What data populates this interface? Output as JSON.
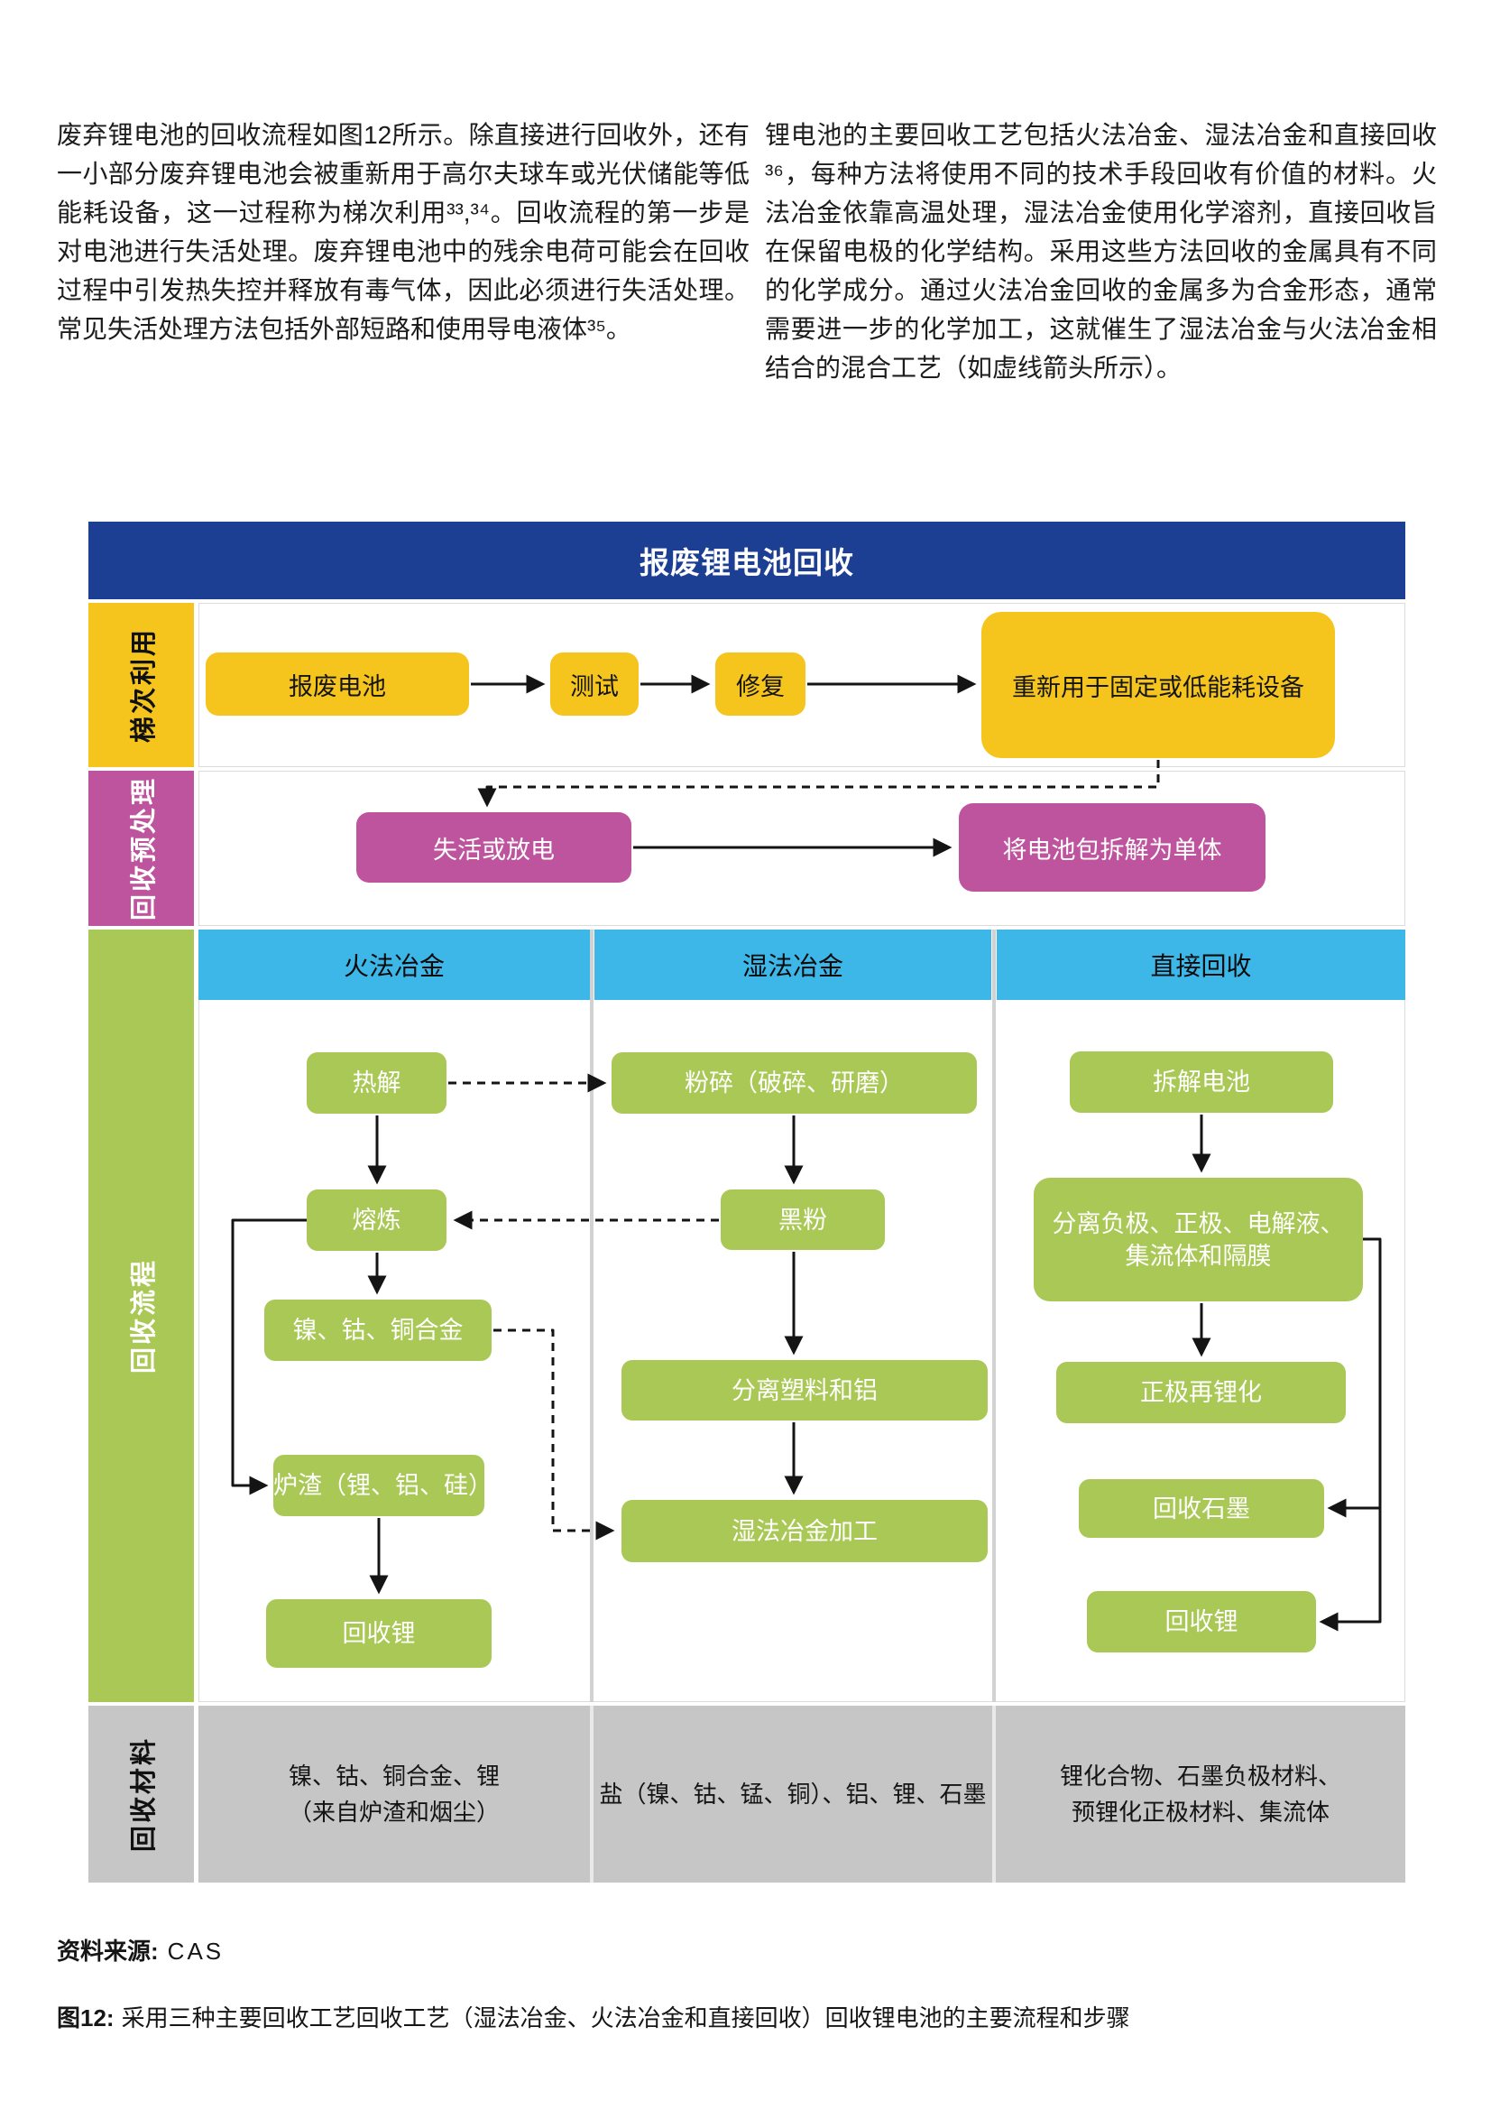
{
  "page": {
    "intro_left": "废弃锂电池的回收流程如图12所示。除直接进行回收外，还有一小部分废弃锂电池会被重新用于高尔夫球车或光伏储能等低能耗设备，这一过程称为梯次利用³³,³⁴。回收流程的第一步是对电池进行失活处理。废弃锂电池中的残余电荷可能会在回收过程中引发热失控并释放有毒气体，因此必须进行失活处理。常见失活处理方法包括外部短路和使用导电液体³⁵。",
    "intro_right": "锂电池的主要回收工艺包括火法冶金、湿法冶金和直接回收³⁶，每种方法将使用不同的技术手段回收有价值的材料。火法冶金依靠高温处理，湿法冶金使用化学溶剂，直接回收旨在保留电极的化学结构。采用这些方法回收的金属具有不同的化学成分。通过火法冶金回收的金属多为合金形态，通常需要进一步的化学加工，这就催生了湿法冶金与火法冶金相结合的混合工艺（如虚线箭头所示）。",
    "source_label": "资料来源:",
    "source_value": "CAS",
    "figure_label": "图12:",
    "figure_caption": "采用三种主要回收工艺回收工艺（湿法冶金、火法冶金和直接回收）回收锂电池的主要流程和步骤"
  },
  "diagram": {
    "title": "报废锂电池回收",
    "colors": {
      "navy": "#1c3e93",
      "yellow": "#f5c51d",
      "magenta": "#bf549e",
      "green": "#aac855",
      "blue": "#3db6e8",
      "gray": "#c6c6c6"
    },
    "cascade": {
      "label": "梯次利用",
      "box1": "报废电池",
      "box2": "测试",
      "box3": "修复",
      "box4": "重新用于固定或低能耗设备"
    },
    "pretreatment": {
      "label": "回收预处理",
      "box1": "失活或放电",
      "box2": "将电池包拆解为单体"
    },
    "process": {
      "label": "回收流程",
      "pyro": {
        "header": "火法冶金",
        "box1": "热解",
        "box2": "熔炼",
        "box3": "镍、钴、铜合金",
        "box4": "炉渣（锂、铝、硅）",
        "box5": "回收锂"
      },
      "hydro": {
        "header": "湿法冶金",
        "box1": "粉碎（破碎、研磨）",
        "box2": "黑粉",
        "box3": "分离塑料和铝",
        "box4": "湿法冶金加工"
      },
      "direct": {
        "header": "直接回收",
        "box1": "拆解电池",
        "box2": "分离负极、正极、电解液、\n集流体和隔膜",
        "box3": "正极再锂化",
        "box4": "回收石墨",
        "box5": "回收锂"
      }
    },
    "materials": {
      "label": "回收材料",
      "pyro": "镍、钴、铜合金、锂\n（来自炉渣和烟尘）",
      "hydro": "盐（镍、钴、锰、铜）、铝、锂、石墨",
      "direct": "锂化合物、石墨负极材料、\n预锂化正极材料、集流体"
    }
  }
}
